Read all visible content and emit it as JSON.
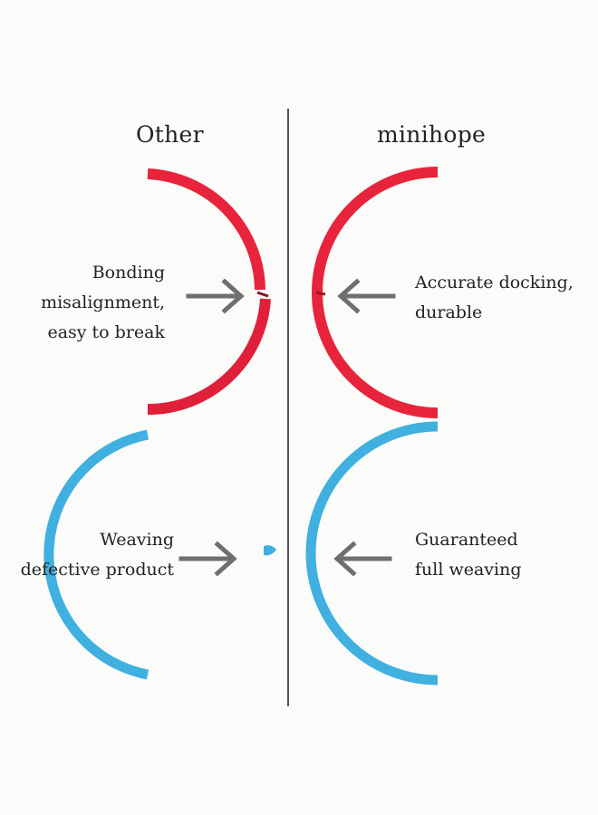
{
  "headings": {
    "left": "Other",
    "right": "minihope"
  },
  "comparisons": [
    {
      "band_color": "red",
      "left_caption": [
        "Bonding",
        "misalignment,",
        "easy to break"
      ],
      "right_caption": [
        "Accurate docking,",
        "durable"
      ]
    },
    {
      "band_color": "blue",
      "left_caption": [
        "Weaving",
        "defective product"
      ],
      "right_caption": [
        "Guaranteed",
        "full weaving"
      ]
    }
  ],
  "colors": {
    "red_band": "#e8243c",
    "blue_band": "#3fb0e0",
    "arrow": "#6f6f6f",
    "divider": "#555555",
    "background": "#fbfbf9"
  }
}
